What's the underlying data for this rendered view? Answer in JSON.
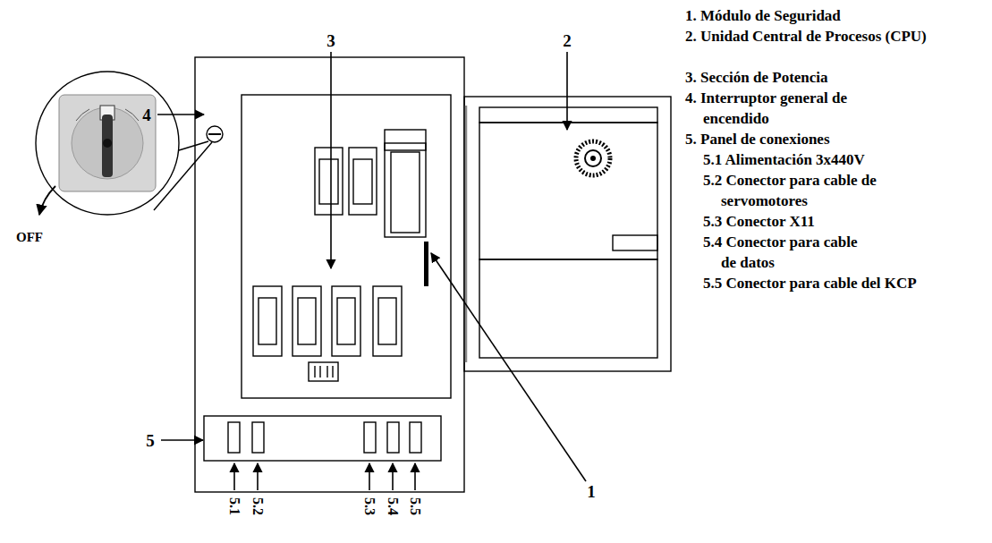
{
  "diagram": {
    "labels": [
      "3",
      "2",
      "4",
      "OFF",
      "5",
      "1",
      "5.1",
      "5.2",
      "5.3",
      "5.4",
      "5.5",
      "1. Módulo de Seguridad",
      "2. Unidad Central de Procesos (CPU)",
      "3. Sección de Potencia",
      "4. Interruptor general de encendido",
      "5. Panel de conexiones",
      "5.1 Alimentación 3x440V",
      "5.2 Conector para cable de servomotores",
      "5.3 Conector X11",
      "5.4 Conector para cable de datos",
      "5.5 Conector para cable del KCP"
    ]
  }
}
